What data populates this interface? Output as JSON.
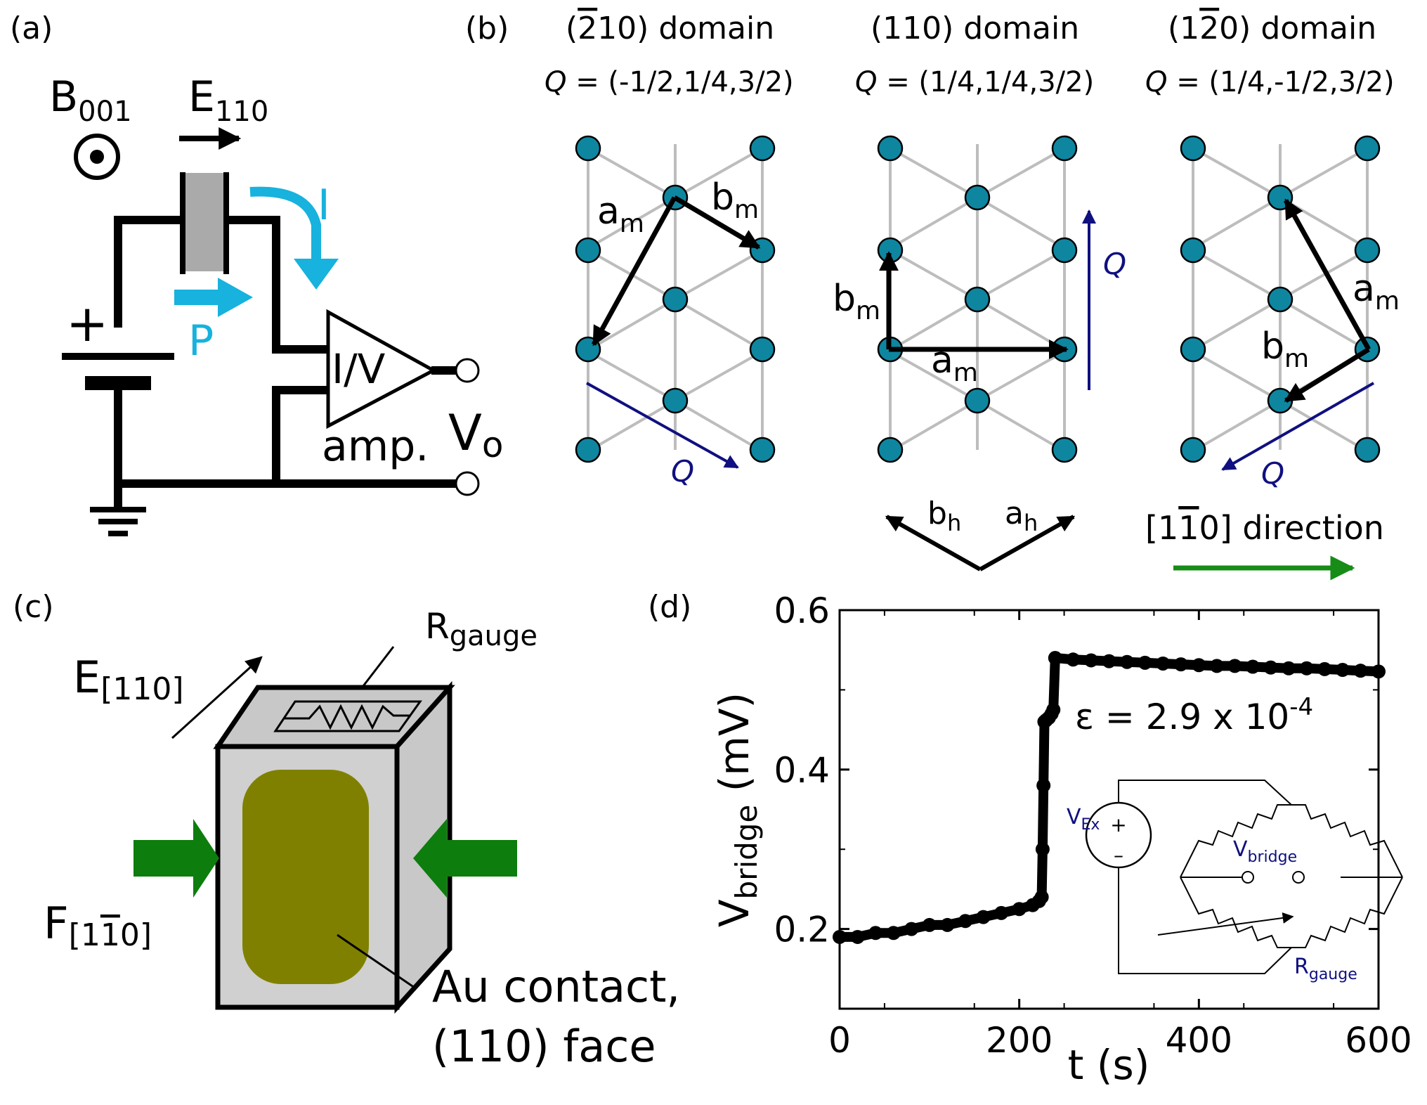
{
  "panels": {
    "a": {
      "label": "(a)",
      "b_main": "B",
      "b_sub": "001",
      "e_main": "E",
      "e_sub": "110",
      "current": "I",
      "polarization": "P",
      "plus": "+",
      "amp_text": "I/V",
      "amp_caption": "amp.",
      "vo_main": "V",
      "vo_sub": "o"
    },
    "b": {
      "label": "(b)",
      "domains": [
        {
          "title_pre": "(",
          "title_bar": "2",
          "title_post": "10) domain",
          "minus_sign": "-",
          "q_label": "Q",
          "q_value": " = (-1/2,1/4,3/2)"
        },
        {
          "title_pre": "(110) domain",
          "title_bar": "",
          "title_post": "",
          "minus_sign": "",
          "q_label": "Q",
          "q_value": " = (1/4,1/4,3/2)"
        },
        {
          "title_pre": "(1",
          "title_bar": "2",
          "title_post": "0) domain",
          "minus_sign": "",
          "q_label": "Q",
          "q_value": " = (1/4,-1/2,3/2)"
        }
      ],
      "am_main": "a",
      "bm_main": "b",
      "m_sub": "m",
      "q_arrow_label": "Q",
      "ah_main": "a",
      "bh_main": "b",
      "h_sub": "h",
      "direction_pre": "[1",
      "direction_bar": "1",
      "direction_post": "0] direction",
      "colors": {
        "atom": "#0f86a0",
        "bond": "#bdbdbd",
        "q_arrow": "#101080",
        "direction_arrow": "#178c17"
      }
    },
    "c": {
      "label": "(c)",
      "e_main": "E",
      "e_sub": "[110]",
      "r_main": "R",
      "r_sub": "gauge",
      "f_main": "F",
      "f_sub_pre": "[1",
      "f_sub_bar": "1",
      "f_sub_post": "0]",
      "contact_line1": "Au contact,",
      "contact_line2": "(110) face",
      "colors": {
        "block": "#d0d0d0",
        "contact": "#808000",
        "force": "#0d7d0d"
      }
    },
    "d": {
      "label": "(d)",
      "annotation_pre": "ε = 2.9 x 10",
      "annotation_exp": "-4",
      "inset": {
        "vex_main": "V",
        "vex_sub": "Ex",
        "vbridge_main": "V",
        "vbridge_sub": "bridge",
        "rgauge_main": "R",
        "rgauge_sub": "gauge",
        "plus": "+",
        "minus": "–"
      }
    }
  },
  "chart_data": {
    "type": "scatter",
    "title": "",
    "xlabel": "t (s)",
    "ylabel_main": "V",
    "ylabel_sub": "bridge",
    "ylabel_unit": " (mV)",
    "xlim": [
      0,
      600
    ],
    "ylim": [
      0.1,
      0.6
    ],
    "xticks": [
      0,
      200,
      400,
      600
    ],
    "xtick_labels": [
      "0",
      "200",
      "400",
      "600"
    ],
    "yticks": [
      0.2,
      0.4,
      0.6
    ],
    "ytick_labels": [
      "0.2",
      "0.4",
      "0.6"
    ],
    "grid": false,
    "series": [
      {
        "x": [
          0,
          20,
          40,
          60,
          80,
          100,
          120,
          140,
          160,
          180,
          200,
          215,
          222,
          225,
          226,
          227,
          228,
          230,
          233,
          236,
          238,
          240,
          260,
          280,
          300,
          320,
          340,
          360,
          380,
          400,
          420,
          440,
          460,
          480,
          500,
          520,
          540,
          560,
          580,
          600
        ],
        "y": [
          0.19,
          0.19,
          0.195,
          0.195,
          0.2,
          0.205,
          0.205,
          0.21,
          0.215,
          0.22,
          0.225,
          0.23,
          0.235,
          0.24,
          0.3,
          0.38,
          0.46,
          0.462,
          0.465,
          0.47,
          0.475,
          0.54,
          0.538,
          0.537,
          0.536,
          0.535,
          0.534,
          0.533,
          0.532,
          0.531,
          0.53,
          0.53,
          0.529,
          0.528,
          0.527,
          0.527,
          0.526,
          0.525,
          0.524,
          0.523
        ],
        "color": "#000000"
      }
    ]
  }
}
